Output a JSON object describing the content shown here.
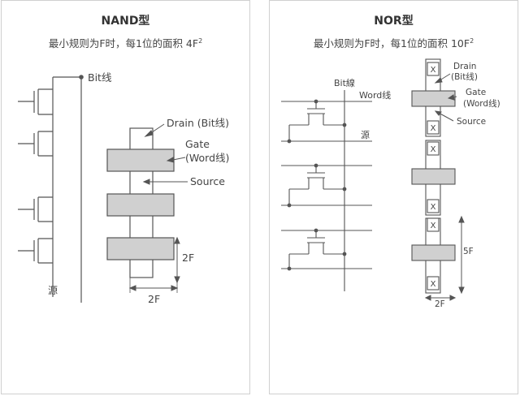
{
  "nand": {
    "title": "NAND型",
    "subtitle": "最小规则为F时，每1位的面积 4F",
    "exponent": "2",
    "bitline_label": "Bit线",
    "source_label": "源",
    "drain_label": "Drain (Bit线)",
    "gate_label_1": "Gate",
    "gate_label_2": "(Word线)",
    "source_arrow_label": "Source",
    "dim_vertical": "2F",
    "dim_horizontal": "2F"
  },
  "nor": {
    "title": "NOR型",
    "subtitle": "最小规则为F时，每1位的面积 10F",
    "exponent": "2",
    "bitline_label": "Bit線",
    "wordline_label": "Word线",
    "source_label": "源",
    "drain_label_1": "Drain",
    "drain_label_2": "(Bit线)",
    "gate_label_1": "Gate",
    "gate_label_2": "(Word线)",
    "source_arrow_label": "Source",
    "contact_mark": "X",
    "dim_vertical": "5F",
    "dim_horizontal": "2F"
  }
}
